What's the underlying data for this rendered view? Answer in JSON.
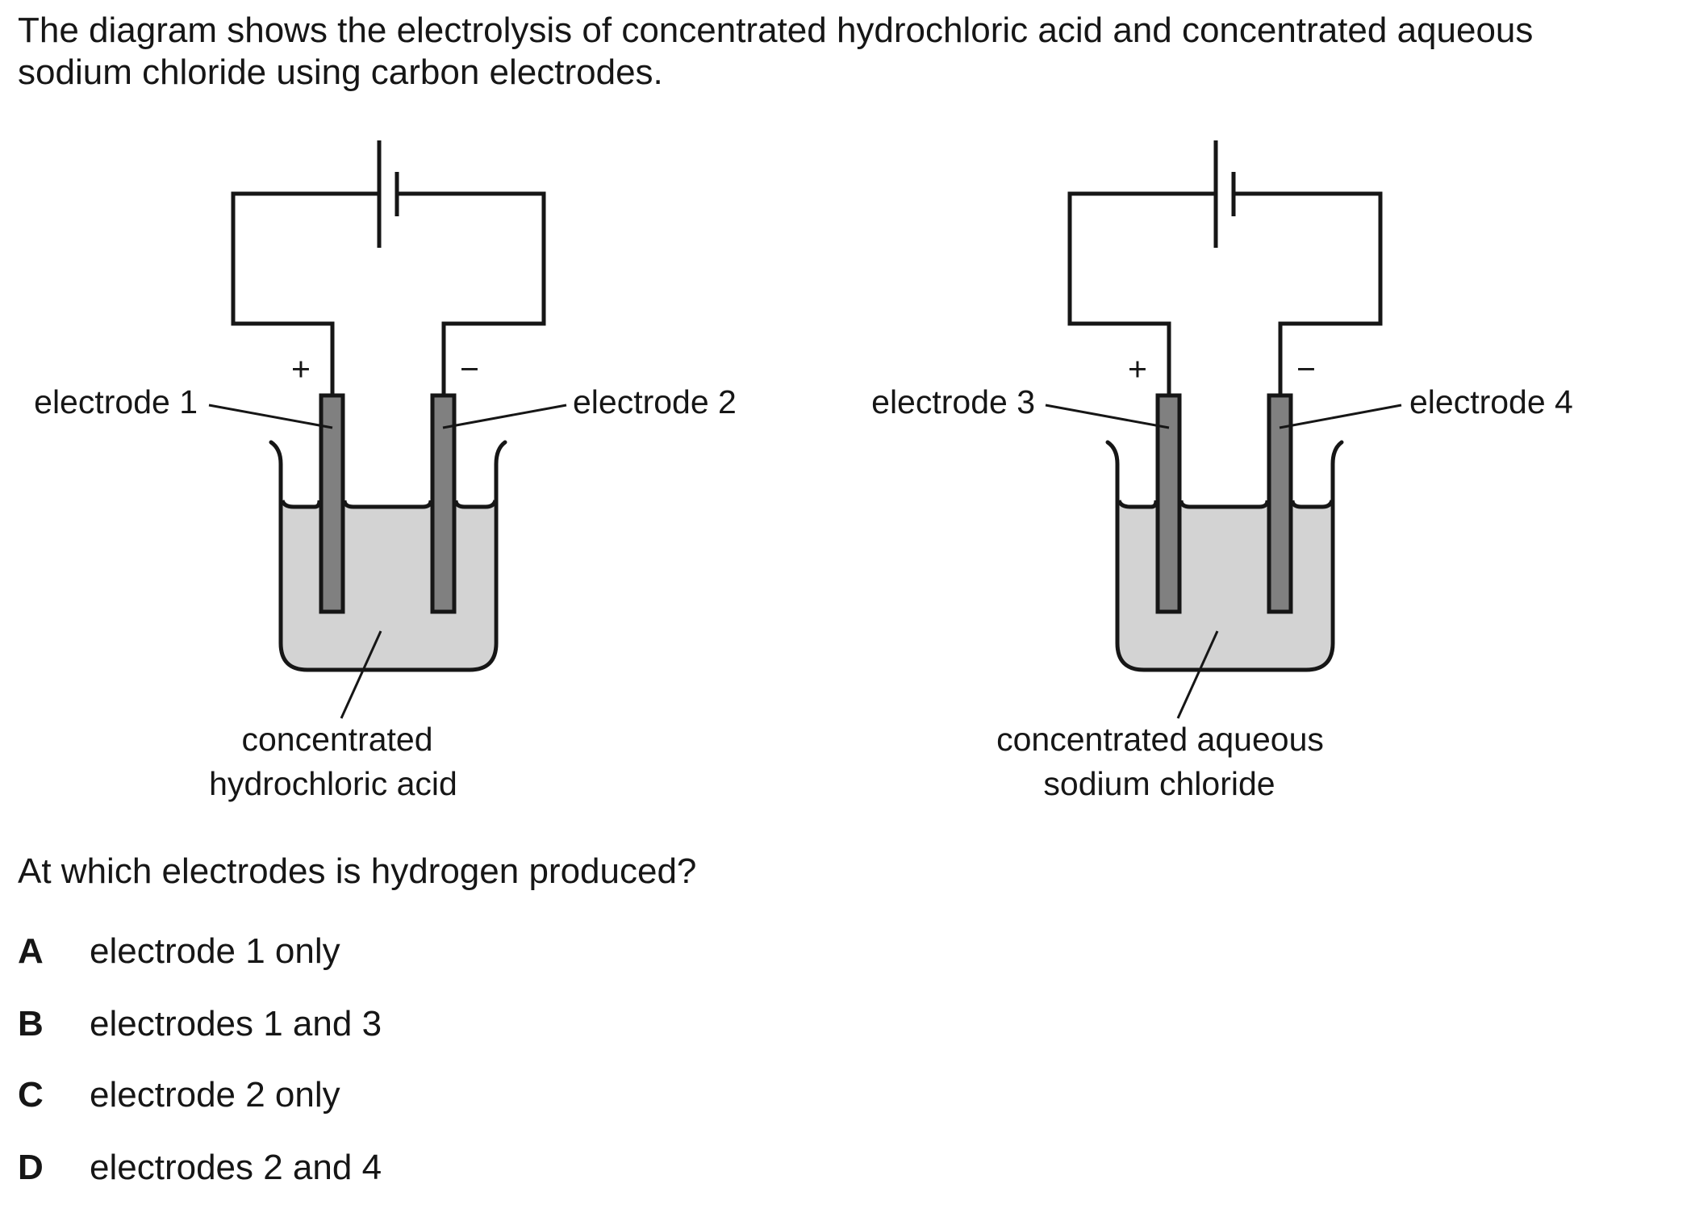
{
  "intro": {
    "line1": "The diagram shows the electrolysis of concentrated hydrochloric acid and concentrated aqueous",
    "line2": "sodium chloride using carbon electrodes."
  },
  "diagrams": [
    {
      "name": "hydrochloric-acid-cell",
      "positive_sign": "+",
      "negative_sign": "−",
      "left_electrode_label": "electrode 1",
      "right_electrode_label": "electrode 2",
      "solution_label_line1": "concentrated",
      "solution_label_line2": "hydrochloric acid"
    },
    {
      "name": "sodium-chloride-cell",
      "positive_sign": "+",
      "negative_sign": "−",
      "left_electrode_label": "electrode 3",
      "right_electrode_label": "electrode 4",
      "solution_label_line1": "concentrated aqueous",
      "solution_label_line2": "sodium chloride"
    }
  ],
  "question": "At which electrodes is hydrogen produced?",
  "options": [
    {
      "letter": "A",
      "text": "electrode 1 only"
    },
    {
      "letter": "B",
      "text": "electrodes 1 and 3"
    },
    {
      "letter": "C",
      "text": "electrode 2 only"
    },
    {
      "letter": "D",
      "text": "electrodes 2 and 4"
    }
  ],
  "colors": {
    "ink": "#161616",
    "electrode": "#808080",
    "solution": "#d3d3d3"
  }
}
